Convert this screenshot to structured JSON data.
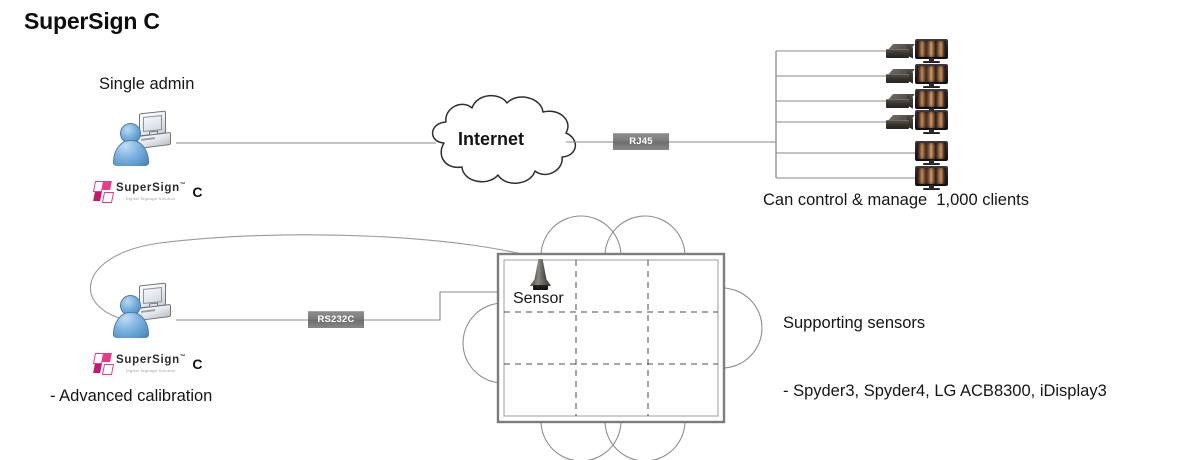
{
  "page": {
    "title": "SuperSign C",
    "background_color": "#ffffff"
  },
  "colors": {
    "text": "#161616",
    "wire": "#8a8a8a",
    "wall_border": "#7d7d7d",
    "badge_gray": "#7d7d7d",
    "logo_pink": "#e8398b",
    "person_blue": "#4180b7"
  },
  "top_section": {
    "admin_label": "Single admin",
    "admin_icon": "user-computer-icon",
    "logo": {
      "mark": "supersign-logo-mark",
      "wordmark": "SuperSign",
      "trademark": "™",
      "tagline": "Digital Signage Solution",
      "suffix": "C"
    },
    "cloud": {
      "label": "Internet",
      "icon": "cloud-icon"
    },
    "connector_badge": "RJ45",
    "clients_caption": "Can control & manage  1,000 clients",
    "client_rows": [
      {
        "has_player": true,
        "player_icon": "media-player-icon",
        "display_icon": "flat-panel-display-icon"
      },
      {
        "has_player": true,
        "player_icon": "media-player-icon",
        "display_icon": "flat-panel-display-icon"
      },
      {
        "has_player": true,
        "player_icon": "media-player-icon",
        "display_icon": "flat-panel-display-icon"
      },
      {
        "has_player": true,
        "player_icon": "media-player-icon",
        "display_icon": "flat-panel-display-icon"
      },
      {
        "has_player": false,
        "player_icon": "",
        "display_icon": "flat-panel-display-icon"
      },
      {
        "has_player": false,
        "player_icon": "",
        "display_icon": "flat-panel-display-icon"
      }
    ]
  },
  "bottom_section": {
    "admin_icon": "user-computer-icon",
    "logo": {
      "mark": "supersign-logo-mark",
      "wordmark": "SuperSign",
      "trademark": "™",
      "tagline": "Digital Signage Solution",
      "suffix": "C"
    },
    "calibration_note": "- Advanced calibration",
    "connector_badge": "RS232C",
    "video_wall": {
      "grid_rows": 3,
      "grid_cols": 3,
      "sensor_label": "Sensor",
      "sensor_icon": "calibration-sensor-icon"
    },
    "sensors_heading": "Supporting sensors",
    "sensors_list": "- Spyder3, Spyder4, LG ACB8300, iDisplay3"
  }
}
